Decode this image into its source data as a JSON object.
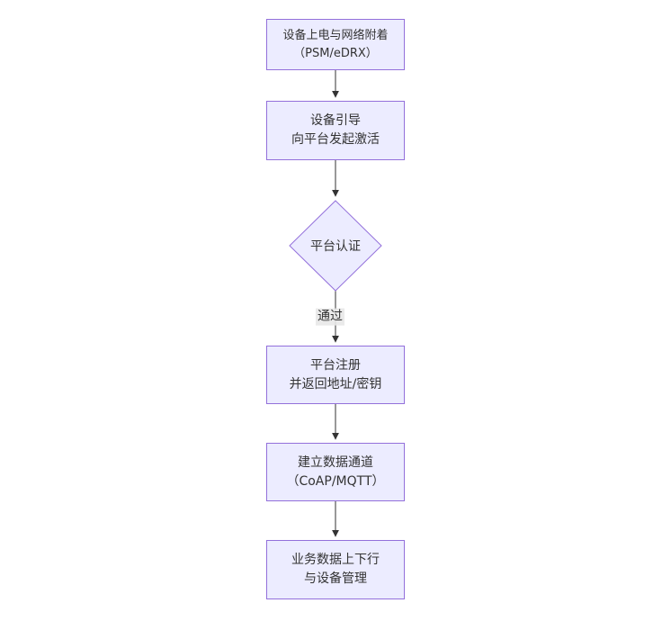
{
  "diagram": {
    "type": "flowchart-top-down",
    "colors": {
      "node_fill": "#ECECFF",
      "node_border": "#9370DB",
      "edge_color": "#333333",
      "text_color": "#333333",
      "edge_label_background": "#e8e8e8",
      "canvas_background": "#ffffff"
    },
    "nodes": [
      {
        "id": "power-attach",
        "shape": "rect",
        "line1": "设备上电与网络附着",
        "line2": "（PSM/eDRX）"
      },
      {
        "id": "bootstrap",
        "shape": "rect",
        "line1": "设备引导",
        "line2": "向平台发起激活"
      },
      {
        "id": "platform-auth",
        "shape": "diamond",
        "label": "平台认证"
      },
      {
        "id": "register",
        "shape": "rect",
        "line1": "平台注册",
        "line2": "并返回地址/密钥"
      },
      {
        "id": "data-channel",
        "shape": "rect",
        "line1": "建立数据通道",
        "line2": "（CoAP/MQTT）"
      },
      {
        "id": "business",
        "shape": "rect",
        "line1": "业务数据上下行",
        "line2": "与设备管理"
      }
    ],
    "edges": [
      {
        "from": "power-attach",
        "to": "bootstrap",
        "label": ""
      },
      {
        "from": "bootstrap",
        "to": "platform-auth",
        "label": ""
      },
      {
        "from": "platform-auth",
        "to": "register",
        "label": "通过"
      },
      {
        "from": "register",
        "to": "data-channel",
        "label": ""
      },
      {
        "from": "data-channel",
        "to": "business",
        "label": ""
      }
    ],
    "edge_label_pass": "通过"
  }
}
